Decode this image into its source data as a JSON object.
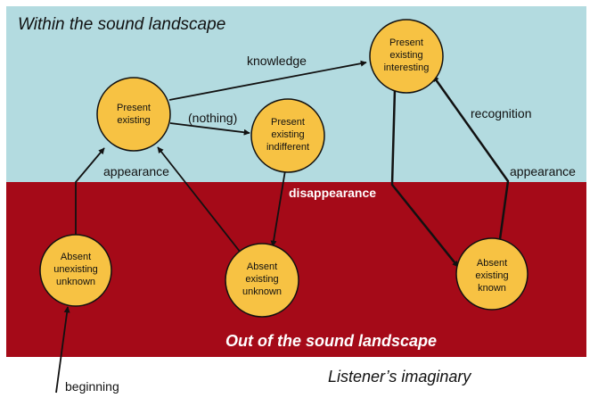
{
  "regions": {
    "top_label": "Within the sound landscape",
    "bottom_label": "Out of the sound landscape",
    "outside_label": "Listener’s imaginary",
    "top_color": "#b3dbe0",
    "bottom_color": "#a50a18"
  },
  "node_color": "#f7c243",
  "nodes": {
    "present_existing": [
      "Present",
      "existing"
    ],
    "present_indifferent": [
      "Present",
      "existing",
      "indifferent"
    ],
    "present_interesting": [
      "Present",
      "existing",
      "interesting"
    ],
    "absent_unexisting": [
      "Absent",
      "unexisting",
      "unknown"
    ],
    "absent_unknown": [
      "Absent",
      "existing",
      "unknown"
    ],
    "absent_known": [
      "Absent",
      "existing",
      "known"
    ]
  },
  "edges": {
    "knowledge": "knowledge",
    "nothing": "(nothing)",
    "appearance_left": "appearance",
    "appearance_right": "appearance",
    "disappearance": "disappearance",
    "recognition": "recognition",
    "beginning": "beginning"
  }
}
